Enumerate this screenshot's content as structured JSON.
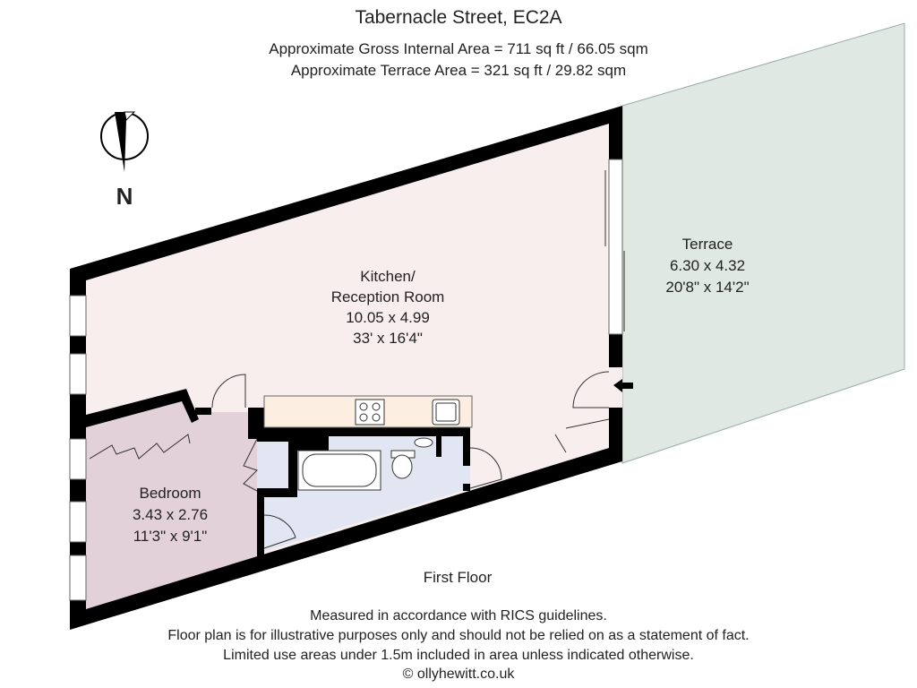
{
  "header": {
    "title": "Tabernacle Street, EC2A",
    "gross_area": "Approximate Gross Internal Area = 711 sq ft / 66.05 sqm",
    "terrace_area": "Approximate Terrace Area = 321 sq ft / 29.82 sqm"
  },
  "compass": {
    "label": "N"
  },
  "rooms": {
    "kitchen": {
      "name1": "Kitchen/",
      "name2": "Reception Room",
      "metric": "10.05 x 4.99",
      "imperial": "33' x 16'4\""
    },
    "terrace": {
      "name": "Terrace",
      "metric": "6.30 x 4.32",
      "imperial": "20'8\" x 14'2\""
    },
    "bedroom": {
      "name": "Bedroom",
      "metric": "3.43 x 2.76",
      "imperial": "11'3\" x 9'1\""
    }
  },
  "floor_label": "First Floor",
  "footer": {
    "line1": "Measured in accordance with RICS guidelines.",
    "line2": "Floor plan is for illustrative purposes only and should not be relied on as a statement of fact.",
    "line3": "Limited use areas under 1.5m included in area unless indicated otherwise.",
    "line4": "© ollyhewitt.co.uk"
  },
  "colors": {
    "kitchen": "#f8eeee",
    "bedroom": "#e3d1d9",
    "bathroom": "#e1e6f2",
    "terrace": "#dfe8e2",
    "counter": "#fcefe2",
    "wall": "#000000"
  }
}
